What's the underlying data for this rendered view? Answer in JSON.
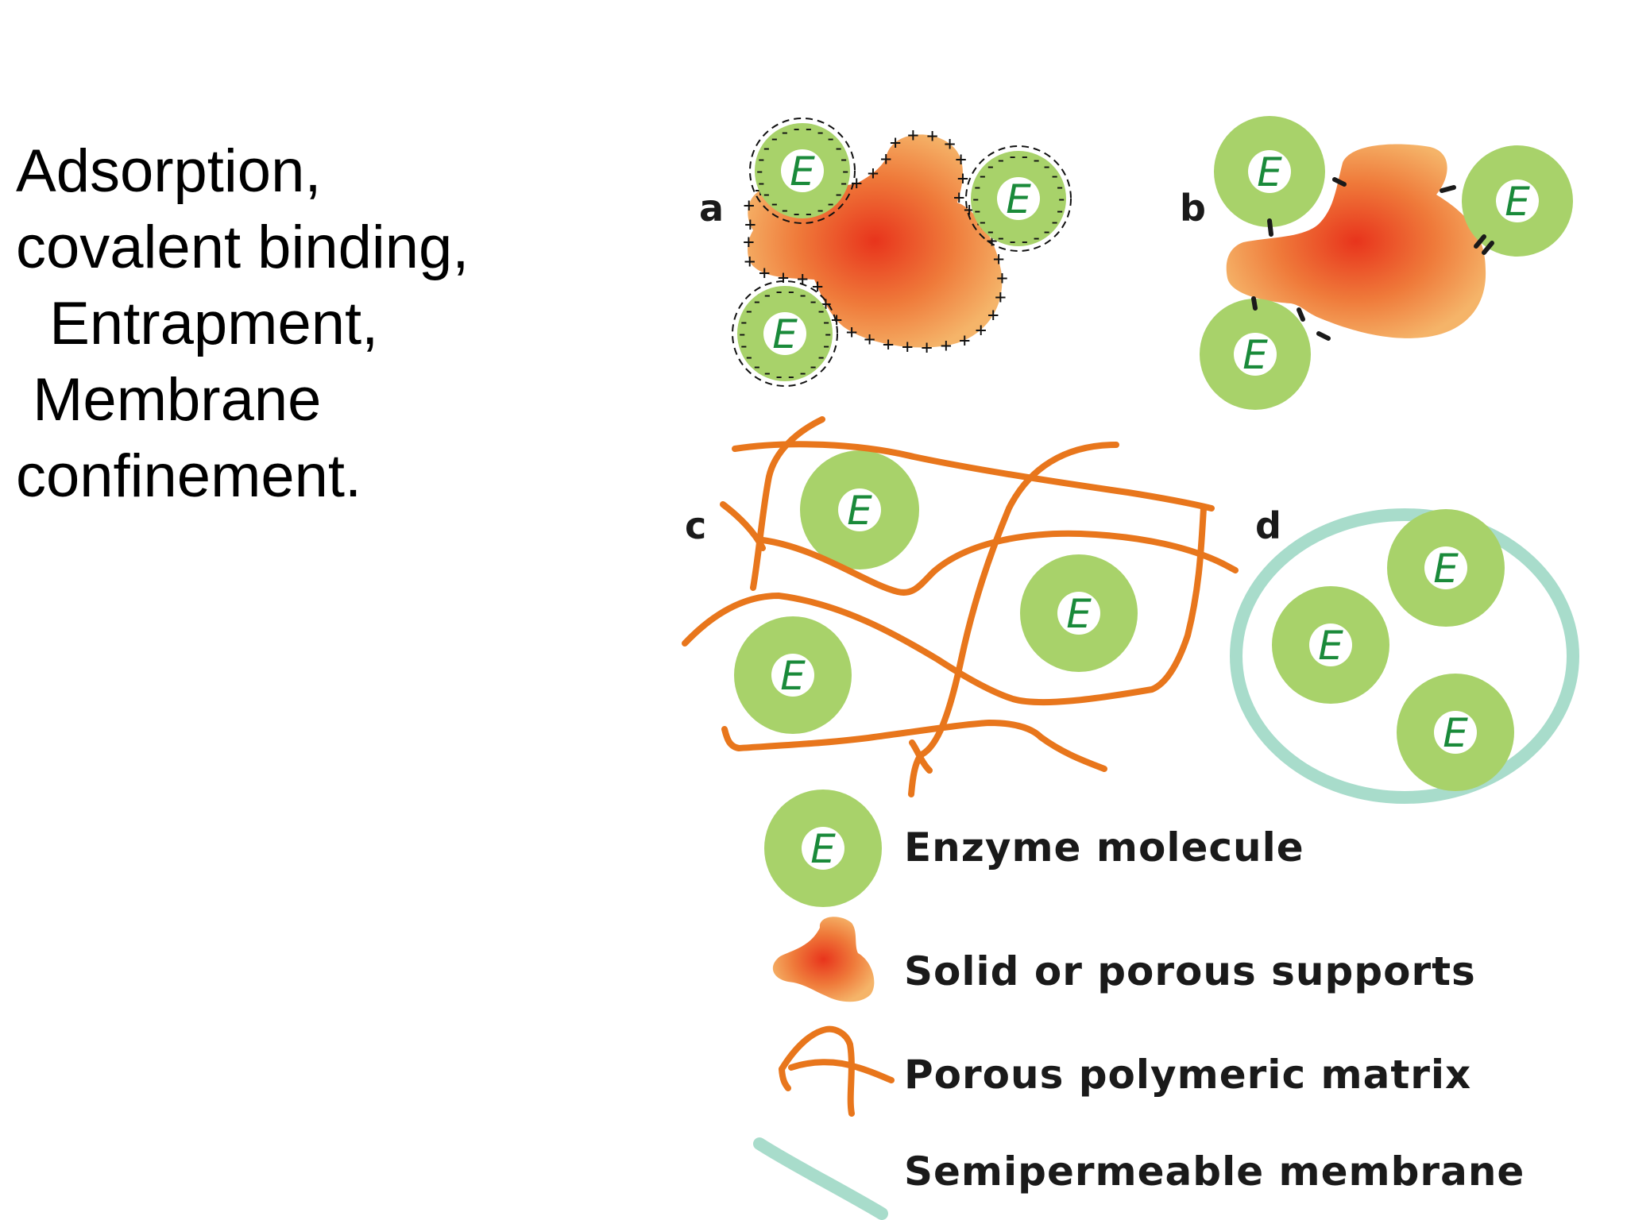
{
  "slide": {
    "lines": [
      "Adsorption,",
      "covalent binding,",
      "  Entrapment,",
      " Membrane",
      "confinement."
    ]
  },
  "diagram": {
    "panel_labels": {
      "a": "a",
      "b": "b",
      "c": "c",
      "d": "d"
    },
    "enzyme_letter": "E",
    "charges": {
      "positive": "+",
      "negative": "-"
    },
    "colors": {
      "enzyme_ring": "#a8d26a",
      "enzyme_core": "#ffffff",
      "enzyme_letter": "#1a8a3a",
      "support_center": "#e8341c",
      "support_edge": "#f5b469",
      "matrix_fiber": "#e8761c",
      "membrane": "#a8dccb"
    }
  },
  "legend": {
    "enzyme": "Enzyme molecule",
    "support": "Solid or porous supports",
    "matrix": "Porous polymeric matrix",
    "membrane": "Semipermeable membrane"
  }
}
